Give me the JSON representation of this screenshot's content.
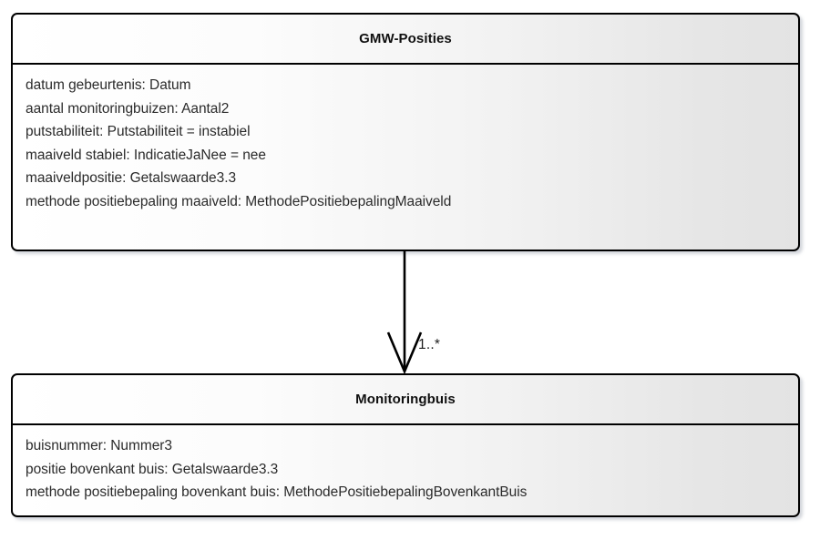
{
  "diagram": {
    "type": "uml-class-diagram",
    "classes": [
      {
        "id": "gmw-posities",
        "name": "GMW-Posities",
        "attributes": [
          "datum gebeurtenis: Datum",
          "aantal monitoringbuizen: Aantal2",
          "putstabiliteit: Putstabiliteit = instabiel",
          "maaiveld stabiel: IndicatieJaNee = nee",
          "maaiveldpositie: Getalswaarde3.3",
          "methode positiebepaling maaiveld: MethodePositiebepalingMaaiveld"
        ]
      },
      {
        "id": "monitoringbuis",
        "name": "Monitoringbuis",
        "attributes": [
          "buisnummer: Nummer3",
          "positie bovenkant buis: Getalswaarde3.3",
          "methode positiebepaling bovenkant buis: MethodePositiebepalingBovenkantBuis"
        ]
      }
    ],
    "relationship": {
      "kind": "association",
      "arrowhead": "open",
      "source": "GMW-Posities",
      "target": "Monitoringbuis",
      "target_multiplicity": "1..*"
    },
    "colors": {
      "border": "#000000",
      "fill_start": "#ffffff",
      "fill_end": "#e3e3e3",
      "text": "#2b2b2b",
      "title_text": "#101010",
      "connector": "#000000"
    }
  }
}
